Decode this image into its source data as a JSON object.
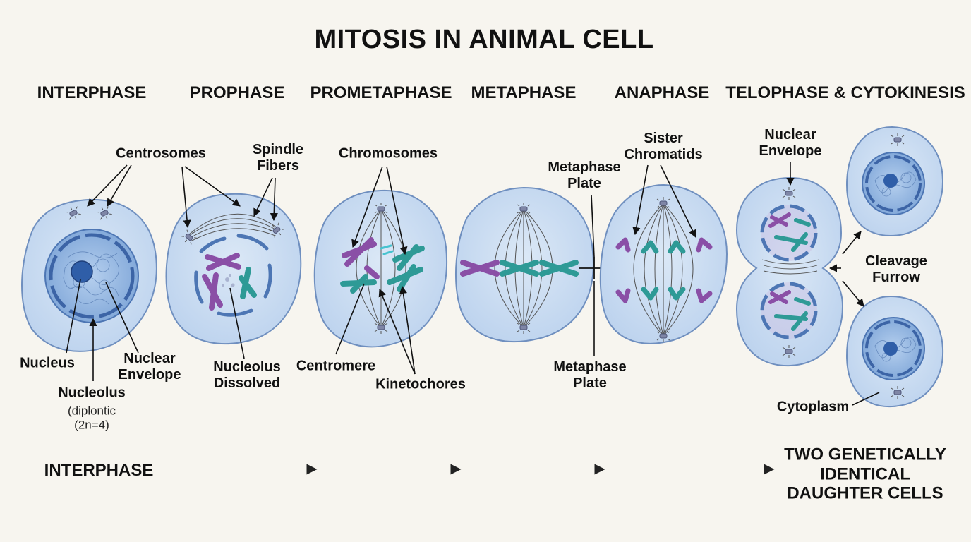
{
  "title": "MITOSIS IN ANIMAL CELL",
  "phases": [
    "INTERPHASE",
    "PROPHASE",
    "PROMETAPHASE",
    "METAPHASE",
    "ANAPHASE",
    "TELOPHASE & CYTOKINESIS"
  ],
  "labels": {
    "centrosomes": "Centrosomes",
    "spindle_fibers": "Spindle\nFibers",
    "chromosomes": "Chromosomes",
    "metaphase_plate_top": "Metaphase\nPlate",
    "sister_chromatids": "Sister\nChromatids",
    "nuclear_envelope_top": "Nuclear\nEnvelope",
    "nucleus": "Nucleus",
    "nuclear_envelope": "Nuclear\nEnvelope",
    "nucleolus": "Nucleolus",
    "nucleolus_note": "(diplontic\n(2n=4)",
    "nucleolus_dissolved": "Nucleolus\nDissolved",
    "centromere": "Centromere",
    "kinetochores": "Kinetochores",
    "metaphase_plate_bottom": "Metaphase\nPlate",
    "cleavage_furrow": "Cleavage\nFurrow",
    "cytoplasm": "Cytoplasm"
  },
  "timeline": {
    "start": "INTERPHASE",
    "end": "TWO GENETICALLY\nIDENTICAL\nDAUGHTER CELLS"
  },
  "colors": {
    "background": "#f7f5ef",
    "cell_fill": "#cddff3",
    "cell_stroke": "#6f8fbf",
    "nucleus_fill": "#9fc0e6",
    "nuclear_envelope": "#4d76b4",
    "nucleolus": "#2f5ea8",
    "chromosome_purple": "#8a4fa6",
    "chromosome_teal": "#2e9a96",
    "centrosome": "#7f86a6",
    "ink": "#111111"
  }
}
